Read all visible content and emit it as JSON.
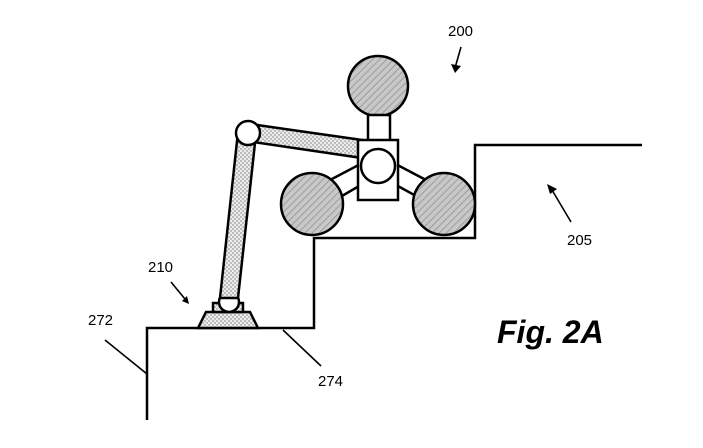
{
  "figure": {
    "caption": "Fig. 2A",
    "labels": {
      "robot": "200",
      "stairs": "205",
      "foot": "210",
      "riser": "272",
      "tread": "274"
    }
  },
  "colors": {
    "line": "#000000",
    "hatch_fill": "#c8c8c8",
    "dotted_fill": "#e6e6e6"
  }
}
